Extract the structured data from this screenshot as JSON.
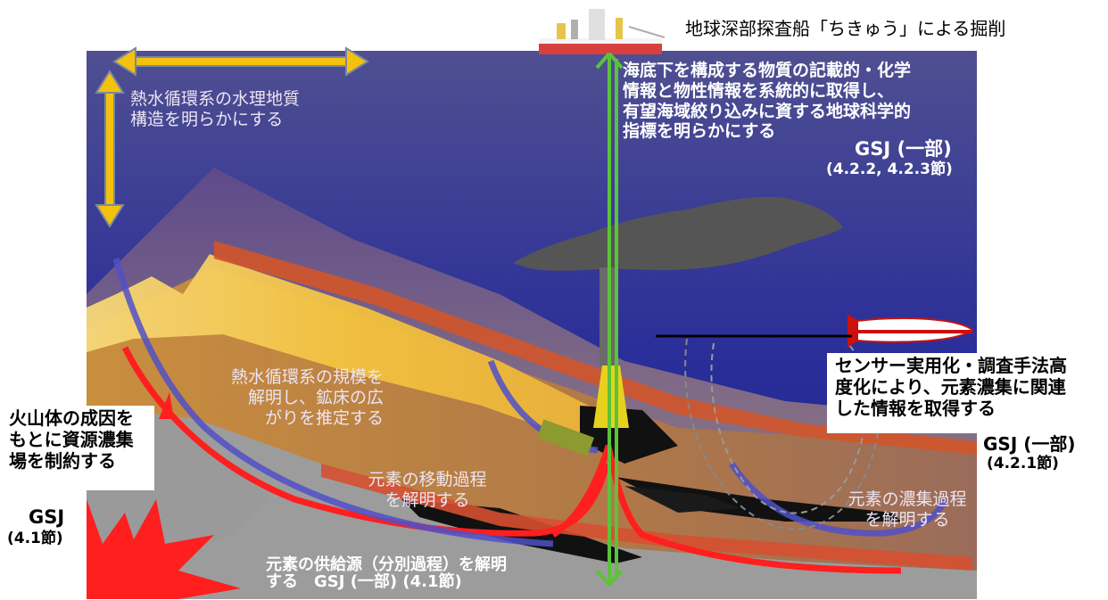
{
  "ship_caption": "地球深部探査船「ちきゅう」による掘削",
  "labels": {
    "hydro_structure": "熱水循環系の水理地質\n構造を明らかにする",
    "drilling_goal": "海底下を構成する物質の記載的・化学\n情報と物性情報を系統的に取得し、\n有望海域絞り込みに資する地球科学的\n指標を明らかにする",
    "drilling_gsj": "GSJ (一部)",
    "drilling_ref": "(4.2.2, 4.2.3節)",
    "sensor": "センサー実用化・調査手法高\n度化により、元素濃集に関連\nした情報を取得する",
    "sensor_gsj": "GSJ (一部)",
    "sensor_ref": "(4.2.1節)",
    "hydro_scale": "熱水循環系の規模を\n解明し、鉱床の広\nがりを推定する",
    "volcano": "火山体の成因を\nもとに資源濃集\n場を制約する",
    "volcano_gsj": "GSJ",
    "volcano_ref": "(4.1節)",
    "element_transport": "元素の移動過程\nを解明する",
    "element_enrich": "元素の濃集過程\nを解明する",
    "supply_source": "元素の供給源（分別過程）を解明\nする　GSJ (一部) (4.1節)"
  },
  "colors": {
    "sky_top": "#4a4a8c",
    "sea": "#1c2590",
    "crust": "#b07e4a",
    "mantle": "#a0a0a0",
    "yellow_layer": "#f3c34a",
    "red_flow": "#ff2020",
    "blue_flow": "#4a4ac8",
    "green_arrow": "#5cc23a",
    "yellow_arrow": "#f4c20d"
  }
}
